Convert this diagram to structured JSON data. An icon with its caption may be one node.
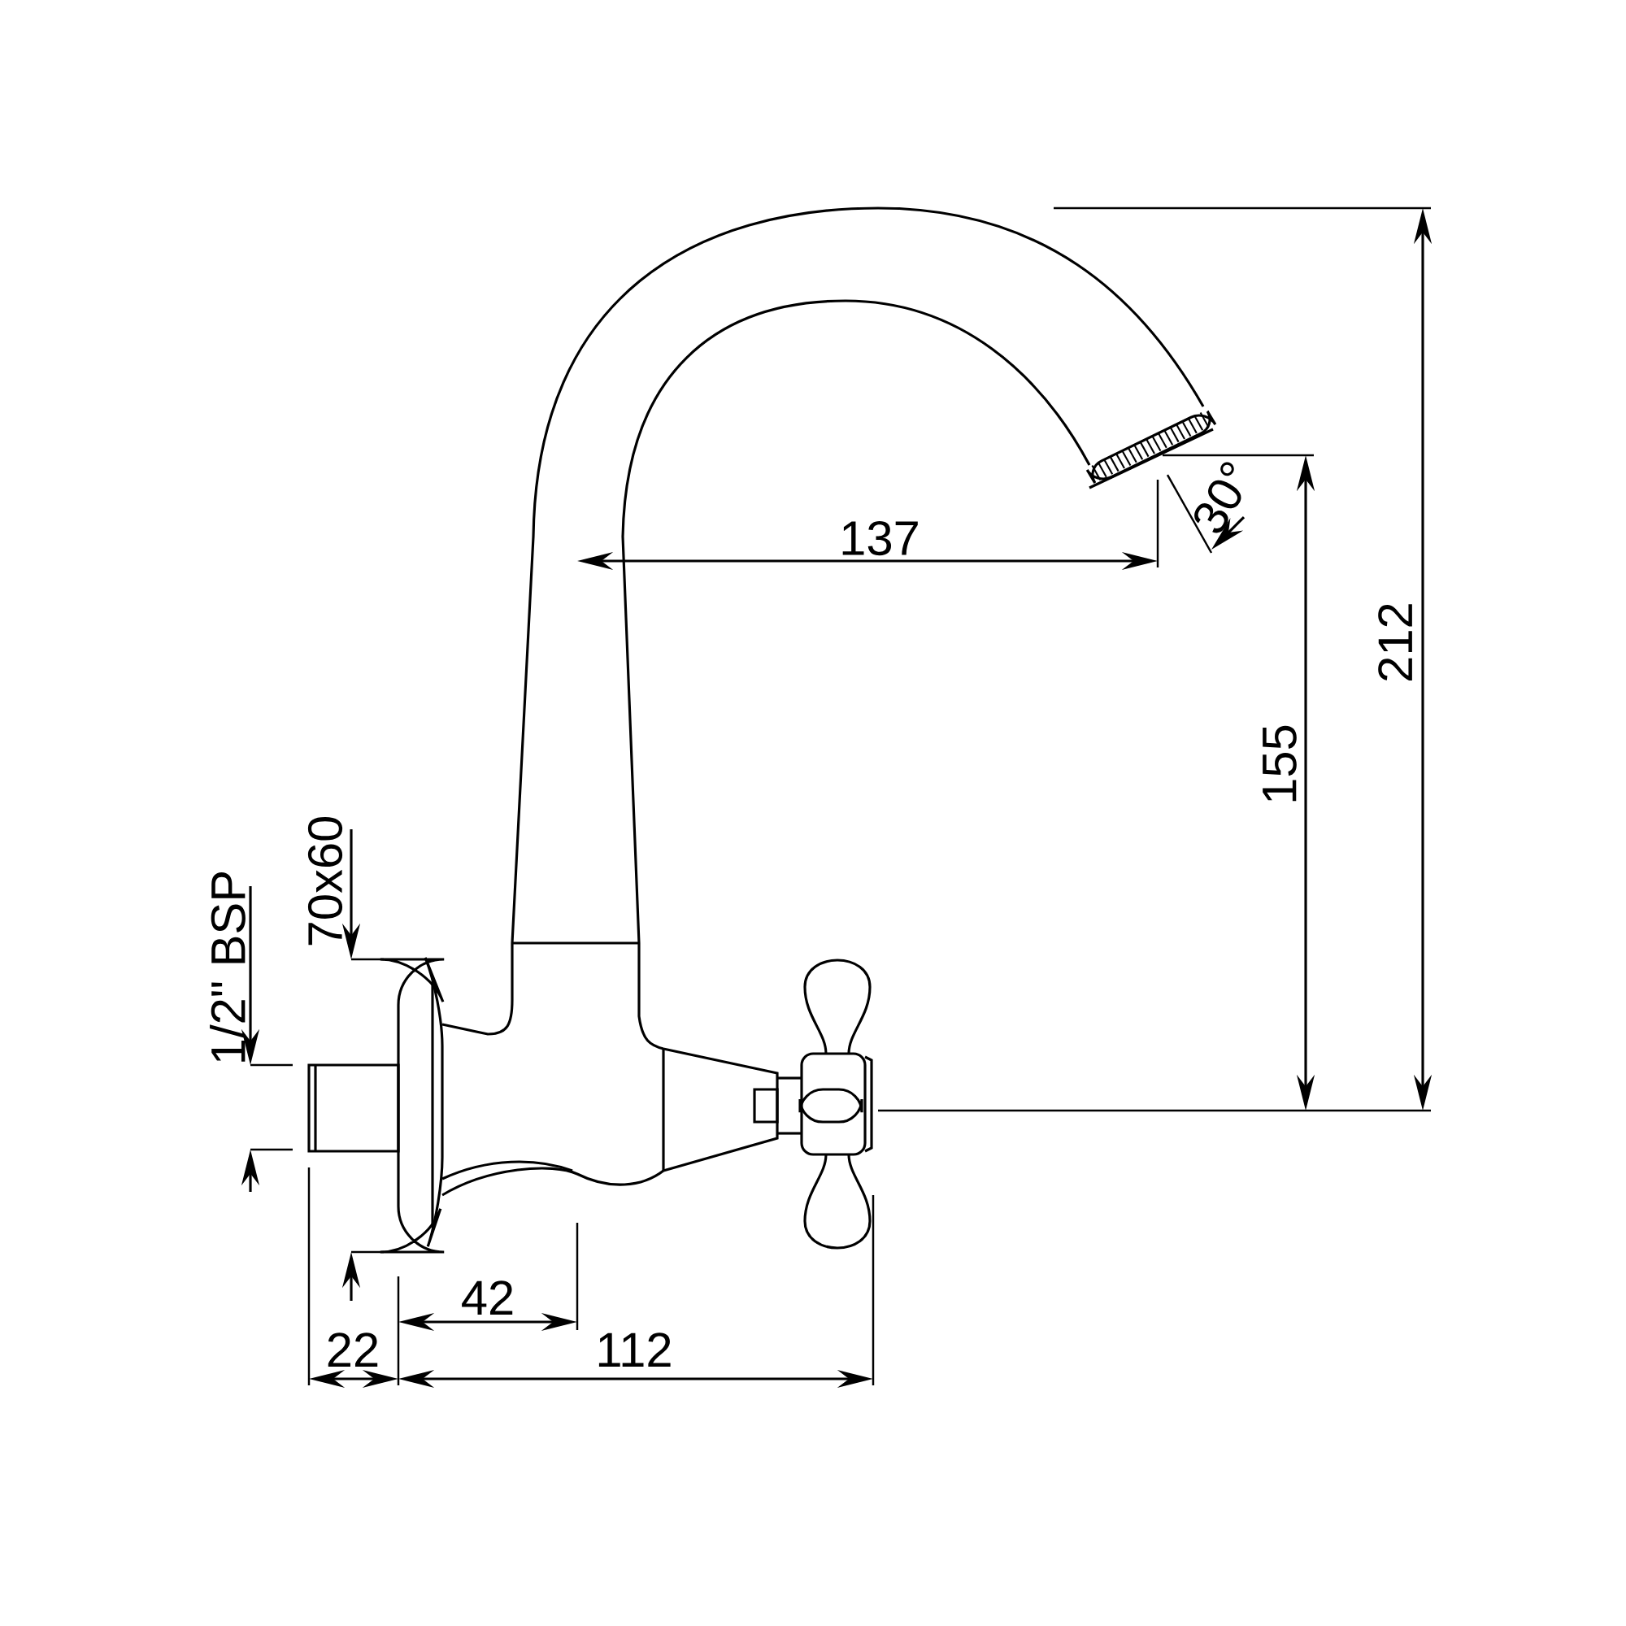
{
  "diagram": {
    "labels": [
      "30°",
      "137",
      "212",
      "155",
      "70x60",
      "1/2\" BSP",
      "42",
      "22",
      "112"
    ]
  }
}
